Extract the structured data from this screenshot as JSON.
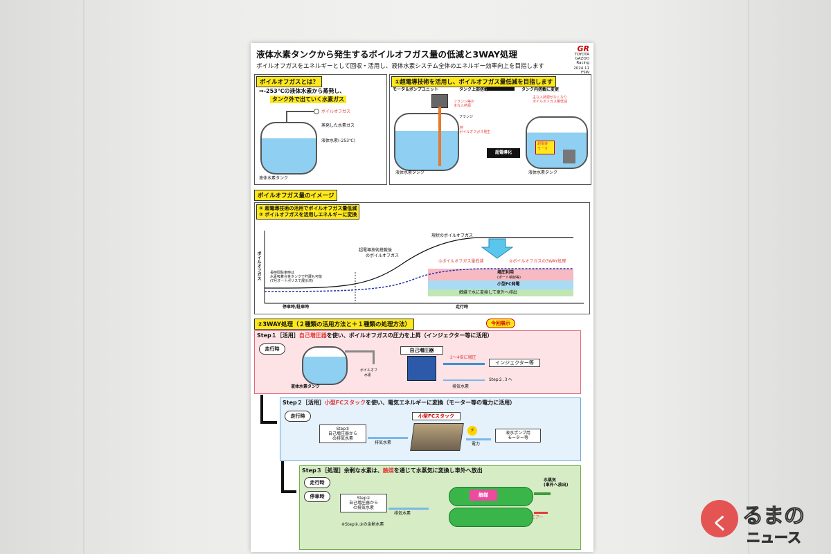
{
  "poster": {
    "title": "液体水素タンクから発生するボイルオフガス量の低減と3WAY処理",
    "subtitle": "ボイルオフガスをエネルギーとして回収・活用し、液体水素システム全体のエネルギー効率向上を目指します",
    "logo_lines": [
      "TOYOTA",
      "GAZOO",
      "Racing"
    ],
    "date": "2024.11",
    "venue": "FSW"
  },
  "sec_bog": {
    "header": "ボイルオフガスとは？",
    "desc1": "⇒-253℃の液体水素から蒸発し、",
    "desc2": "タンク外で出ていく水素ガス",
    "label_bog": "ボイルオフガス",
    "label_vapor": "蒸発した水素ガス",
    "label_liquid": "液体水素(-253℃)",
    "label_tank": "液体水素タンク"
  },
  "sec_super": {
    "header": "①超電導技術を活用し、ボイルオフガス量低減を目指します",
    "label_motor_pump": "モータ＆ポンプユニット",
    "label_top_mount": "タンク上部搭載",
    "label_inside": "タンク内搭載に変更",
    "label_flange_heat1": "フランジ等の",
    "label_flange_heat2": "主な入熱源",
    "label_flange": "フランジ",
    "label_heat1": "入熱",
    "label_heat2": "=ボイルオフガス発生",
    "label_super": "超電導化",
    "label_reduce1": "主な入熱源がなくなり",
    "label_reduce2": "ボイルオフガス量低減",
    "label_sc_motor1": "超電導",
    "label_sc_motor2": "モータ",
    "label_tank_left": "液体水素タンク",
    "label_tank_right": "液体水素タンク"
  },
  "sec_image": {
    "header": "ボイルオフガス量のイメージ",
    "point1": "① 超電導技術の活用でボイルオフガス量低減",
    "point2": "② ボイルオフガスを活用しエネルギーに変換",
    "ylabel": "ボイルオフガス",
    "label_reduce": "①ボイルオフガス量低減",
    "label_3way": "②ボイルオフガスの3WAY処理",
    "label_current": "現状のボイルオフガス",
    "label_after1": "超電導技術搭載後",
    "label_after2": "のボイルオフガス",
    "label_parked1": "長時間駐車時は",
    "label_parked2": "水素吸着合金タンクで貯蔵も可能",
    "label_parked3": "(7月オートポリスで展示済)",
    "label_boost": "増圧利用",
    "label_boost_sub": "(ポート噴射等)",
    "label_fc": "小型FC発電",
    "label_cat": "触媒で水に変換して車外へ排出",
    "label_stop": "停車時/駐車時",
    "label_run": "走行時"
  },
  "sec_3way": {
    "header": "②3WAY処理（２種類の活用方法と＋１種類の処理方法）",
    "badge": "今回展示",
    "step1_title_a": "Step１［活用］",
    "step1_title_red": "自己増圧器",
    "step1_title_b": "を使い、ボイルオフガスの圧力を上昇（インジェクター等に活用）",
    "step1_run": "走行時",
    "step1_tank": "液体水素タンク",
    "step1_bog1": "ボイルオフ",
    "step1_bog2": "水素",
    "step1_booster": "自己増圧器",
    "step1_boost": "2～4倍に増圧",
    "step1_injector": "インジェクター等",
    "step1_next": "Step２,３へ",
    "step1_exhaust": "排気水素",
    "step2_title_a": "Step２［活用］",
    "step2_title_red": "小型FCスタック",
    "step2_title_b": "を使い、電気エネルギーに変換（モーター等の電力に活用）",
    "step2_run": "走行時",
    "step2_src1": "Step①",
    "step2_src2": "自己増圧器から",
    "step2_src3": "の排気水素",
    "step2_exhaust": "排気水素",
    "step2_stack": "小型FCスタック",
    "step2_power": "電力",
    "step2_pump1": "液水ポンプ用",
    "step2_pump2": "モーター等",
    "step3_title_a": "Step３［処理］余剰な水素は、",
    "step3_title_red": "触媒",
    "step3_title_b": "を通じて水蒸気に変換し車外へ放出",
    "step3_run": "走行時",
    "step3_stop": "停車時",
    "step3_src1": "Step①",
    "step3_src2": "自己増圧器から",
    "step3_src3": "の排気水素",
    "step3_exhaust": "排気水素",
    "step3_note": "※Step①,②の余剰水素",
    "step3_cat": "触媒",
    "step3_steam1": "水蒸気",
    "step3_steam2": "(車外へ放出)",
    "step3_air": "エアー"
  },
  "watermark": {
    "line1": "るまの",
    "line2": "ニュース"
  }
}
